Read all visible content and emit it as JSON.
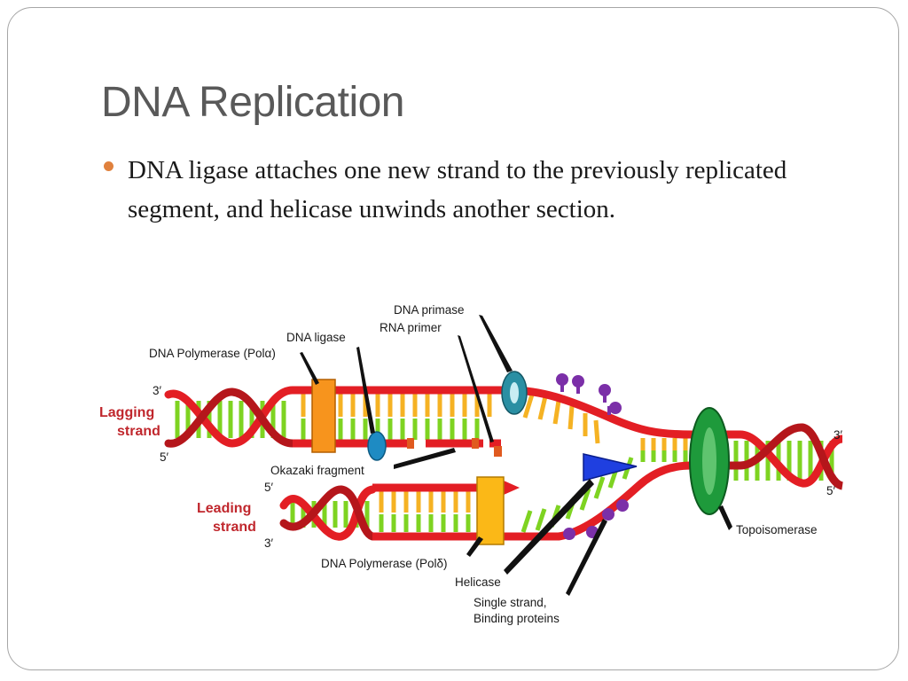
{
  "slide": {
    "title": "DNA Replication",
    "bullet": "DNA ligase attaches one new strand to the previously replicated segment, and helicase unwinds another section."
  },
  "diagram": {
    "strand_labels": {
      "lagging_line1": "Lagging",
      "lagging_line2": "strand",
      "leading_line1": "Leading",
      "leading_line2": "strand"
    },
    "ends": {
      "lagging_top": "3′",
      "lagging_bottom": "5′",
      "leading_top": "5′",
      "leading_bottom": "3′",
      "right_top": "3′",
      "right_bottom": "5′"
    },
    "labels": {
      "dna_primase": "DNA primase",
      "rna_primer": "RNA primer",
      "dna_ligase": "DNA ligase",
      "pol_alpha": "DNA Polymerase (Polα)",
      "okazaki": "Okazaki fragment",
      "pol_delta": "DNA Polymerase (Polδ)",
      "helicase": "Helicase",
      "ssb_line1": "Single strand,",
      "ssb_line2": "Binding proteins",
      "topoisomerase": "Topoisomerase"
    },
    "colors": {
      "backbone": "#e31e24",
      "base_green": "#7ed321",
      "base_yellow": "#f5b223",
      "polymerase_alpha": "#f7941d",
      "polymerase_delta": "#fbb817",
      "ligase": "#1e8bc3",
      "primase": "#2a8fa3",
      "helicase": "#1f3fe0",
      "ssb": "#7b2fa8",
      "topoisomerase": "#1e9a3b"
    }
  }
}
